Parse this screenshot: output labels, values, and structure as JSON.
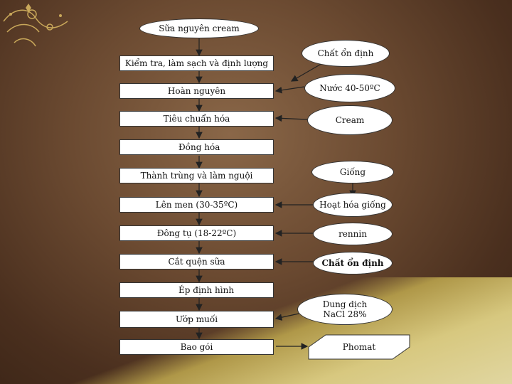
{
  "process_steps": [
    "Sữa nguyên cream",
    "Kiểm tra, làm sạch và định lượng",
    "Hoàn nguyên",
    "Tiêu chuẩn hóa",
    "Đồng hóa",
    "Thành trùng và làm nguội",
    "Lên men (30-35ºC)",
    "Đông tụ (18-22ºC)",
    "Cắt quện sữa",
    "Ép định hình",
    "Ướp muối",
    "Bao gói"
  ],
  "inputs": [
    "Chất ổn định",
    "Nước 40-50ºC",
    "Cream",
    "Giống",
    "Hoạt hóa giống",
    "rennin",
    "Chất ổn định",
    "Dung dịch NaCl 28%",
    "Phomat"
  ],
  "colors": {
    "background": "#6b4a31",
    "node_fill": "#ffffff",
    "line": "#222222"
  }
}
